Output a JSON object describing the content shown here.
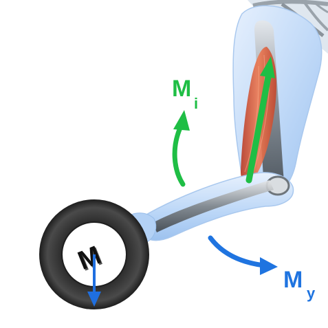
{
  "labels": {
    "internal_moment": {
      "main": "M",
      "sub": "i"
    },
    "external_moment": {
      "main": "M",
      "sub": "y"
    },
    "weight_letter": "M"
  },
  "colors": {
    "internal_moment": "#1fbe45",
    "external_moment": "#1f74e0",
    "weight_force": "#1f6fe0",
    "arm_skin": "#bcd7f7",
    "bone": "#6f7479",
    "muscle": "#d9573b",
    "weight_plate": "#3a3a3a"
  },
  "icons": {
    "internal_moment_arrow": "curved-arrow-up-icon",
    "external_moment_arrow": "curved-arrow-down-right-icon",
    "weight_force_arrow": "arrow-down-icon",
    "muscle_force_arrow": "arrow-up-icon"
  }
}
